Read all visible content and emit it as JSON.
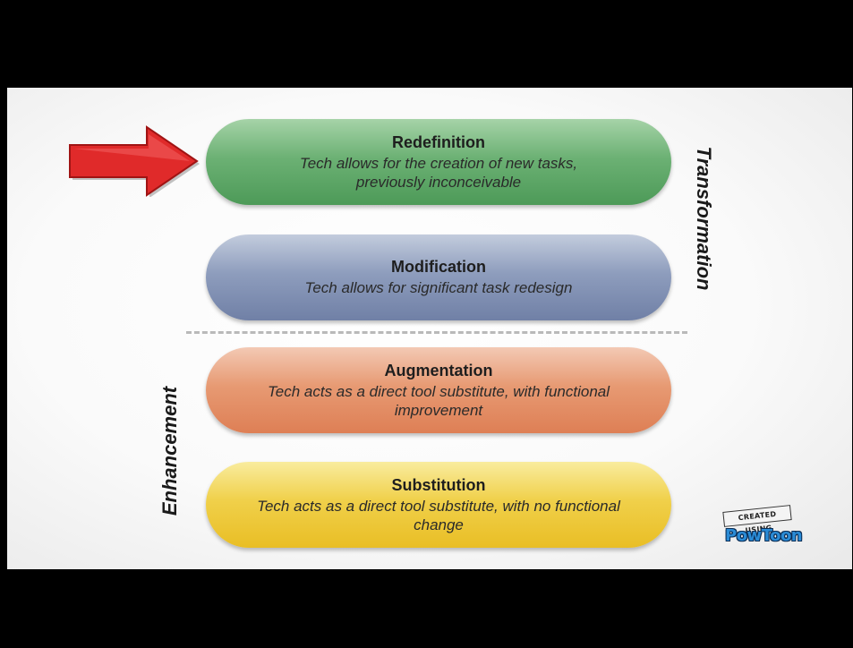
{
  "levels": {
    "redefinition": {
      "title": "Redefinition",
      "desc": "Tech allows for the creation of new tasks, previously inconceivable"
    },
    "modification": {
      "title": "Modification",
      "desc": "Tech allows for significant task redesign"
    },
    "augmentation": {
      "title": "Augmentation",
      "desc": "Tech acts as a direct tool substitute, with functional improvement"
    },
    "substitution": {
      "title": "Substitution",
      "desc": "Tech acts as a direct tool substitute, with no functional change"
    }
  },
  "side_labels": {
    "transformation": "Transformation",
    "enhancement": "Enhancement"
  },
  "logo": {
    "top": "CREATED USING",
    "main": "PowToon"
  },
  "colors": {
    "redefinition": "#6cb174",
    "modification": "#8e9dbd",
    "augmentation": "#e79a73",
    "substitution": "#f0d04a",
    "arrow": "#e02a2a"
  }
}
